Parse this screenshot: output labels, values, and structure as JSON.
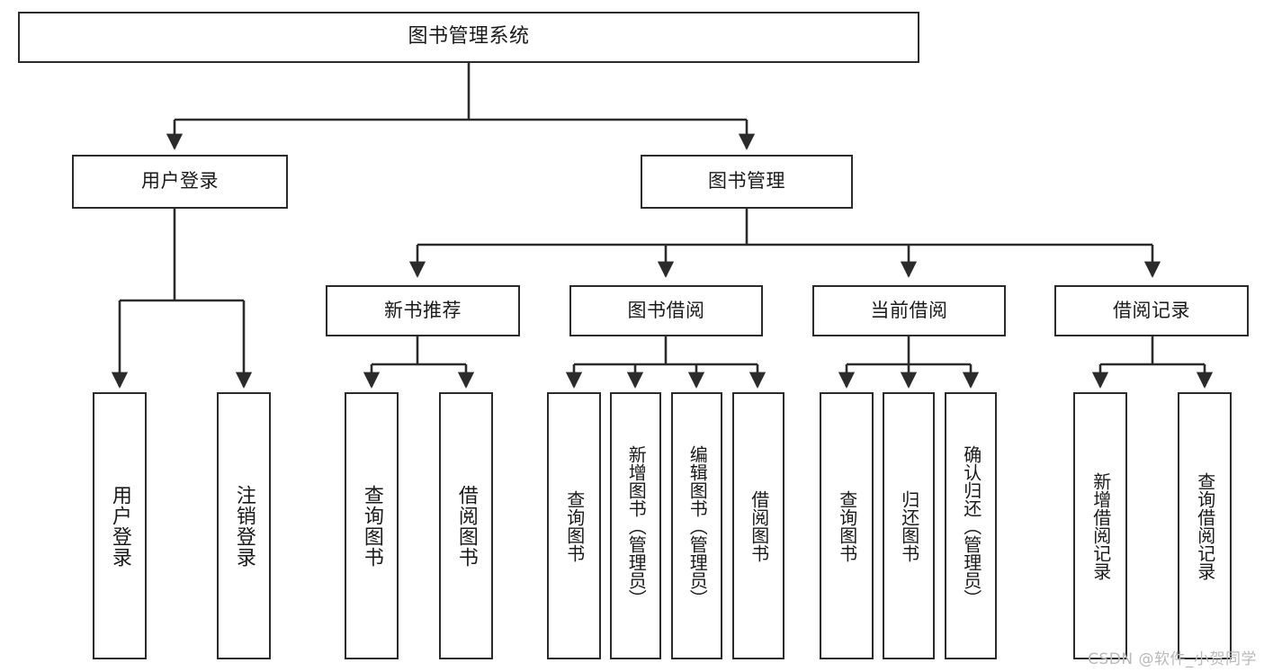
{
  "diagram": {
    "title_node": {
      "label": "图书管理系统"
    },
    "level2": [
      {
        "id": "user-login",
        "label": "用户登录"
      },
      {
        "id": "book-manage",
        "label": "图书管理"
      }
    ],
    "level3": [
      {
        "id": "new-book-recommend",
        "label": "新书推荐"
      },
      {
        "id": "book-borrow",
        "label": "图书借阅"
      },
      {
        "id": "current-borrow",
        "label": "当前借阅"
      },
      {
        "id": "borrow-record",
        "label": "借阅记录"
      }
    ],
    "leaves": {
      "user_login": [
        {
          "id": "leaf-user-login",
          "label": "用户登录"
        },
        {
          "id": "leaf-logout-login",
          "label": "注销登录"
        }
      ],
      "new_book_recommend": [
        {
          "id": "leaf-query-book-1",
          "label": "查询图书"
        },
        {
          "id": "leaf-borrow-book-1",
          "label": "借阅图书"
        }
      ],
      "book_borrow": [
        {
          "id": "leaf-query-book-2",
          "label": "查询图书"
        },
        {
          "id": "leaf-add-book",
          "label": "新增图书（管理员）"
        },
        {
          "id": "leaf-edit-book",
          "label": "编辑图书（管理员）"
        },
        {
          "id": "leaf-borrow-book-2",
          "label": "借阅图书"
        }
      ],
      "current_borrow": [
        {
          "id": "leaf-query-book-3",
          "label": "查询图书"
        },
        {
          "id": "leaf-return-book",
          "label": "归还图书"
        },
        {
          "id": "leaf-confirm-return",
          "label": "确认归还（管理员）"
        }
      ],
      "borrow_record": [
        {
          "id": "leaf-add-borrow-record",
          "label": "新增借阅记录"
        },
        {
          "id": "leaf-query-borrow-record",
          "label": "查询借阅记录"
        }
      ]
    },
    "watermark": "CSDN @软件_小贺同学",
    "colors": {
      "stroke": "#2b2b2b",
      "fill": "#ffffff",
      "text": "#1a1a1a",
      "watermark": "#b9b9b9"
    }
  }
}
